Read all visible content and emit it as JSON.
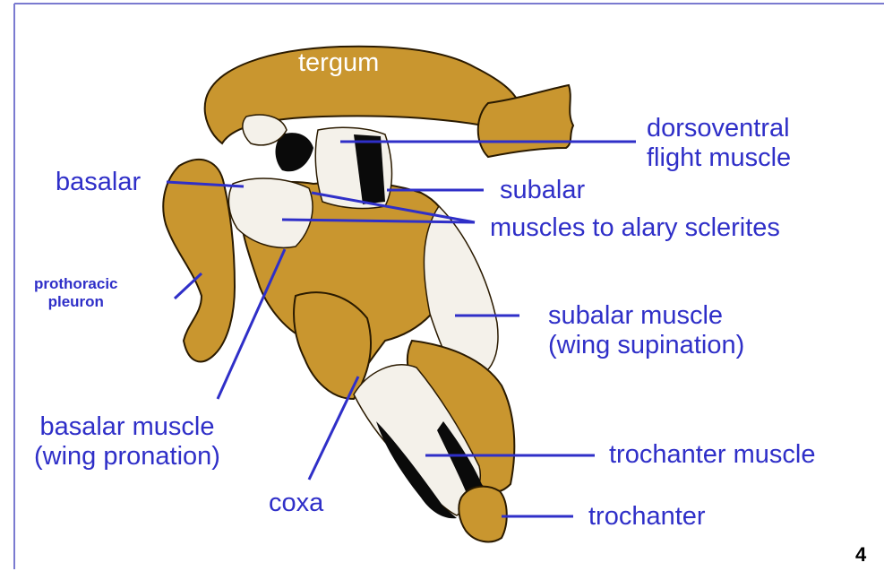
{
  "colors": {
    "cuticle": "#c9962f",
    "outline": "#2a1a00",
    "muscle": "#f4f1ea",
    "dark": "#0a0a0a",
    "label": "#2f2fc8",
    "leader": "#2f2fc8",
    "frame": "#7a7ad0"
  },
  "labels": {
    "tergum": "tergum",
    "dorsoventral_1": "dorsoventral",
    "dorsoventral_2": "flight muscle",
    "basalar": "basalar",
    "subalar": "subalar",
    "muscles_alary": "muscles to alary sclerites",
    "prothoracic_1": "prothoracic",
    "prothoracic_2": "pleuron",
    "subalar_muscle_1": "subalar muscle",
    "subalar_muscle_2": "(wing supination)",
    "basalar_muscle_1": "basalar muscle",
    "basalar_muscle_2": "(wing pronation)",
    "trochanter_muscle": "trochanter muscle",
    "coxa": "coxa",
    "trochanter": "trochanter"
  },
  "page_number": "4"
}
